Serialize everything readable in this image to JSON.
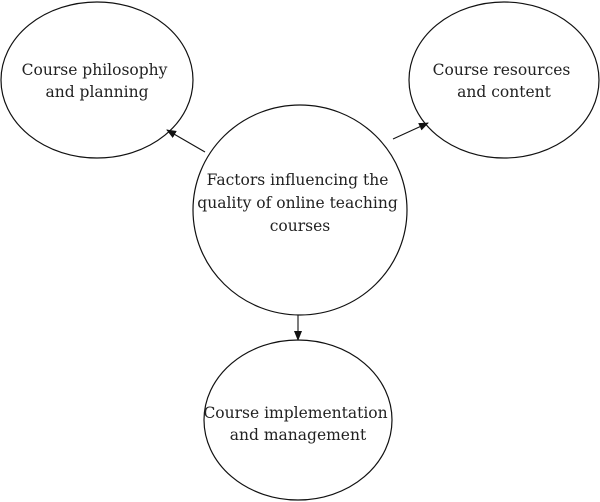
{
  "diagram": {
    "center": {
      "lines": [
        "Factors influencing the",
        "quality of online teaching",
        "courses"
      ]
    },
    "top_left": {
      "lines": [
        "Course philosophy",
        "and planning"
      ]
    },
    "top_right": {
      "lines": [
        "Course resources",
        "and content"
      ]
    },
    "bottom": {
      "lines": [
        "Course implementation",
        "and management"
      ]
    }
  }
}
